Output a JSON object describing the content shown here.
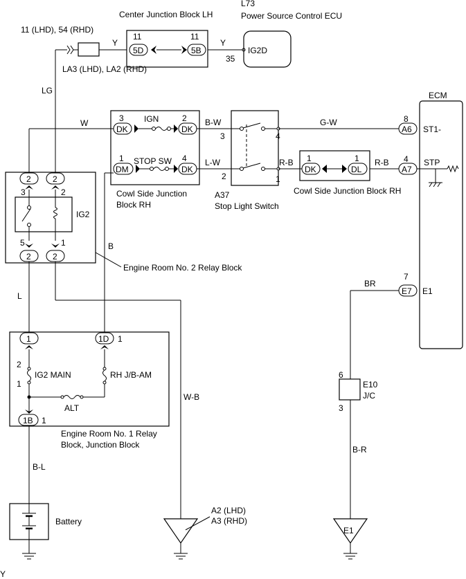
{
  "ecu": {
    "id": "L73",
    "name": "Power Source Control ECU",
    "terminal": "IG2D",
    "pin": "35"
  },
  "cjb": {
    "name": "Center Junction Block LH",
    "left_conn": "5D",
    "left_pin": "11",
    "right_conn": "5B",
    "right_pin": "11"
  },
  "wires": {
    "Y1": "Y",
    "Y2": "Y",
    "LG": "LG",
    "W": "W",
    "BW": "B-W",
    "LW": "L-W",
    "GW": "G-W",
    "RB1": "R-B",
    "RB2": "R-B",
    "B": "B",
    "L": "L",
    "WB": "W-B",
    "BL": "B-L",
    "BR": "BR",
    "BR2": "B-R"
  },
  "la": {
    "pins": "11 (LHD), 54 (RHD)",
    "label": "LA3 (LHD), LA2 (RHD)"
  },
  "cowl_lh": {
    "ign_label": "IGN",
    "stop_label": "STOP SW",
    "c1": "DK",
    "c2": "DK",
    "c3": "DM",
    "c4": "DK",
    "p1": "3",
    "p2": "2",
    "p3": "1",
    "p4": "4",
    "name1": "Cowl Side Junction",
    "name2": "Block RH"
  },
  "switch": {
    "id": "A37",
    "name": "Stop Light Switch",
    "p3": "3",
    "p4": "4",
    "p2": "2",
    "p1": "1"
  },
  "cowl_rh": {
    "c1": "DK",
    "c2": "DL",
    "p1": "1",
    "p2": "1",
    "name": "Cowl Side Junction Block RH"
  },
  "ecm": {
    "title": "ECM",
    "a6": "A6",
    "a6_pin": "8",
    "st1": "ST1-",
    "a7": "A7",
    "a7_pin": "4",
    "stp": "STP",
    "e7": "E7",
    "e7_pin": "7",
    "e1": "E1"
  },
  "relay2": {
    "name": "Engine Room No. 2 Relay Block",
    "relay": "IG2",
    "t1": "2",
    "t2": "2",
    "t3": "2",
    "t4": "2",
    "p3": "3",
    "p2": "2",
    "p5": "5",
    "p1": "1"
  },
  "relay1": {
    "name1": "Engine Room No. 1 Relay",
    "name2": "Block, Junction Block",
    "c1": "1",
    "c2": "1D",
    "c2_pin": "1",
    "c3": "1B",
    "c3_pin": "1",
    "ig2main": "IG2 MAIN",
    "rhjb": "RH J/B-AM",
    "alt": "ALT",
    "p2": "2",
    "p1": "1"
  },
  "battery": {
    "label": "Battery"
  },
  "ground_a": {
    "line1": "A2 (LHD)",
    "line2": "A3 (RHD)"
  },
  "jc": {
    "id": "E10",
    "name": "J/C",
    "p6": "6",
    "p3": "3"
  },
  "ground_e1": {
    "label": "E1"
  },
  "footer": "Y"
}
